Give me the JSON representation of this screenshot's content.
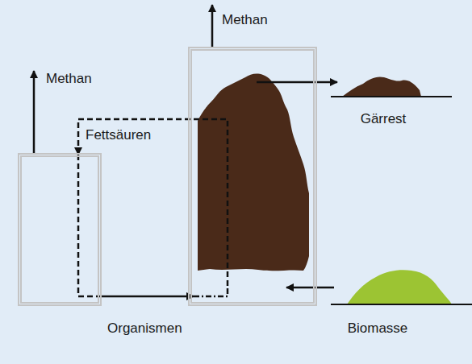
{
  "diagram": {
    "nodes": [
      {
        "text": [
          "Methan"
        ]
      },
      {
        "text": [
          "Methan"
        ]
      },
      {
        "text": [
          "Gärrest"
        ]
      },
      {
        "text": [
          "Biomasse"
        ]
      }
    ],
    "edges": [
      {
        "from": 1,
        "to": 0,
        "label": "Fettsäuren",
        "arrow": "to"
      },
      {
        "from": 0,
        "to": 1,
        "label": "Organismen",
        "arrow": "to"
      },
      {
        "from": 1,
        "to": 2,
        "arrow": "to"
      },
      {
        "from": 3,
        "to": 1,
        "arrow": "to"
      }
    ]
  }
}
